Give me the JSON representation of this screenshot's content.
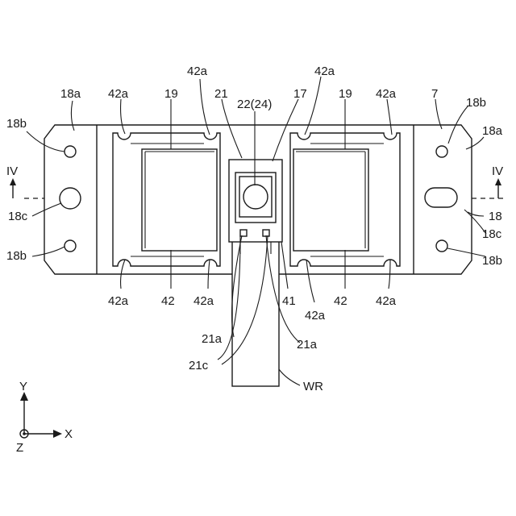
{
  "labels": {
    "l_18a_left": "18a",
    "l_42a_tl1": "42a",
    "l_42a_tl2": "42a",
    "l_19_left": "19",
    "l_21": "21",
    "l_22_24": "22(24)",
    "l_17": "17",
    "l_42a_tr1": "42a",
    "l_19_right": "19",
    "l_42a_tr2": "42a",
    "l_7": "7",
    "l_18b_tr": "18b",
    "l_18a_right": "18a",
    "l_18b_tl": "18b",
    "l_iv_left": "IV",
    "l_iv_right": "IV",
    "l_18c_left": "18c",
    "l_18": "18",
    "l_18c_right": "18c",
    "l_18b_bl": "18b",
    "l_18b_br": "18b",
    "l_42a_bl1": "42a",
    "l_42_left": "42",
    "l_42a_bl2": "42a",
    "l_41": "41",
    "l_42a_br1": "42a",
    "l_42_right": "42",
    "l_42a_br2": "42a",
    "l_21a_left": "21a",
    "l_21a_right": "21a",
    "l_21c": "21c",
    "l_wr": "WR",
    "axis_y": "Y",
    "axis_x": "X",
    "axis_z": "Z"
  }
}
